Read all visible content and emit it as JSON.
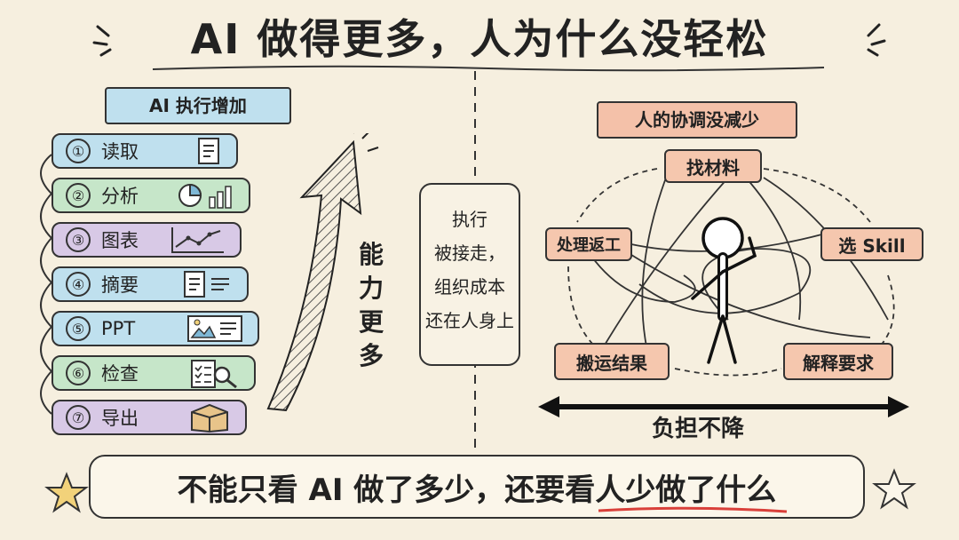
{
  "title": "AI 做得更多，人为什么没轻松",
  "left_section": {
    "heading": "AI 执行增加",
    "steps": [
      {
        "num": "①",
        "label": "读取",
        "icon": "document-icon",
        "color": "#bfe0ee"
      },
      {
        "num": "②",
        "label": "分析",
        "icon": "pie-bar-chart-icon",
        "color": "#c6e6c9"
      },
      {
        "num": "③",
        "label": "图表",
        "icon": "line-chart-icon",
        "color": "#d8c9e6"
      },
      {
        "num": "④",
        "label": "摘要",
        "icon": "summary-doc-icon",
        "color": "#bfe0ee"
      },
      {
        "num": "⑤",
        "label": "PPT",
        "icon": "slide-icon",
        "color": "#bfe0ee"
      },
      {
        "num": "⑥",
        "label": "检查",
        "icon": "checklist-search-icon",
        "color": "#c6e6c9"
      },
      {
        "num": "⑦",
        "label": "导出",
        "icon": "box-icon",
        "color": "#d8c9e6"
      }
    ],
    "arrow_label": "能力更多"
  },
  "center_box": {
    "lines": [
      "执行",
      "被接走，",
      "组织成本",
      "还在人身上"
    ]
  },
  "right_section": {
    "heading": "人的协调没减少",
    "nodes": {
      "find": "找材料",
      "rework": "处理返工",
      "skill": "选 Skill",
      "move": "搬运结果",
      "explain": "解释要求"
    },
    "burden_label": "负担不降"
  },
  "bottom_banner": {
    "text_before": "不能只看 AI 做了多少，还要看",
    "text_highlight": "人少做了什么"
  },
  "colors": {
    "background": "#f6efdf",
    "blue": "#bfe0ee",
    "green": "#c6e6c9",
    "purple": "#d8c9e6",
    "peach": "#f5c7ae",
    "accent_red": "#d9403a",
    "star_fill": "#f2d27a"
  }
}
